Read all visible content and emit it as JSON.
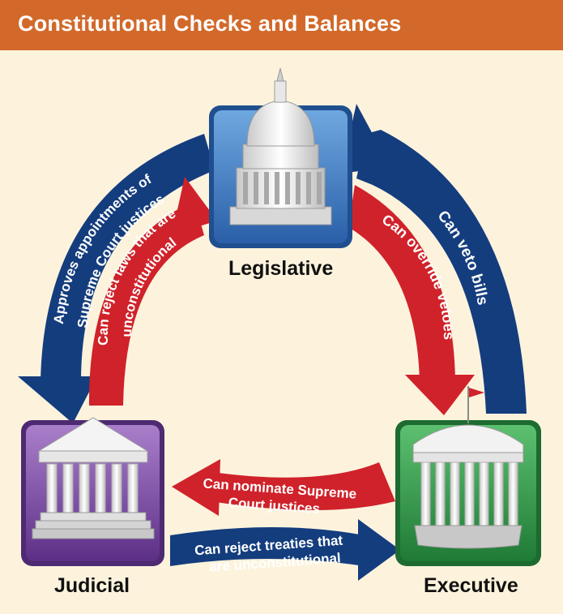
{
  "title": "Constitutional Checks and Balances",
  "branches": {
    "legislative": "Legislative",
    "executive": "Executive",
    "judicial": "Judicial"
  },
  "checks": {
    "leg_to_exec_veto_override": "Can override vetoes",
    "exec_to_leg_veto": "Can veto bills",
    "leg_to_jud_line1": "Approves appointments of",
    "leg_to_jud_line2": "Supreme Court justices",
    "jud_to_leg_line1": "Can reject laws that are",
    "jud_to_leg_line2": "unconstitutional",
    "exec_to_jud_line1": "Can nominate Supreme",
    "exec_to_jud_line2": "Court justices",
    "jud_to_exec_line1": "Can reject treaties that",
    "jud_to_exec_line2": "are unconstitutional"
  },
  "colors": {
    "title_bar": "#d2692a",
    "background": "#fdf3dd",
    "blue_arrow": "#143d7e",
    "red_arrow": "#d0222a",
    "legislative_tile": "#3f7fc4",
    "executive_tile": "#2f9a48",
    "judicial_tile": "#7d4ea3"
  },
  "icons": {
    "legislative": "capitol-dome-icon",
    "executive": "white-house-icon",
    "judicial": "courthouse-icon"
  }
}
